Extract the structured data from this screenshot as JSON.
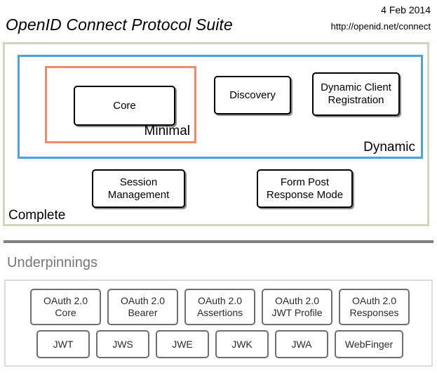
{
  "header": {
    "title": "OpenID Connect Protocol Suite",
    "date": "4 Feb 2014",
    "url": "http://openid.net/connect"
  },
  "colors": {
    "complete_border": "#cdd9b9",
    "dynamic_border": "#4ba3dd",
    "minimal_border": "#ef8b6c",
    "spec_border": "#000000",
    "underpinning_border": "#6e6e6e",
    "divider": "#808080",
    "underpinnings_title": "#777777"
  },
  "tiers": {
    "complete_label": "Complete",
    "dynamic_label": "Dynamic",
    "minimal_label": "Minimal"
  },
  "specs": {
    "core": "Core",
    "discovery": "Discovery",
    "dynamic_client_registration": "Dynamic Client\nRegistration",
    "session_management": "Session\nManagement",
    "form_post_response_mode": "Form Post\nResponse Mode"
  },
  "underpinnings": {
    "title": "Underpinnings",
    "rows": [
      [
        {
          "label": "OAuth 2.0\nCore"
        },
        {
          "label": "OAuth 2.0\nBearer"
        },
        {
          "label": "OAuth 2.0\nAssertions"
        },
        {
          "label": "OAuth 2.0\nJWT Profile"
        },
        {
          "label": "OAuth 2.0\nResponses"
        }
      ],
      [
        {
          "label": "JWT"
        },
        {
          "label": "JWS"
        },
        {
          "label": "JWE"
        },
        {
          "label": "JWK"
        },
        {
          "label": "JWA"
        },
        {
          "label": "WebFinger",
          "wide": true
        }
      ]
    ]
  }
}
